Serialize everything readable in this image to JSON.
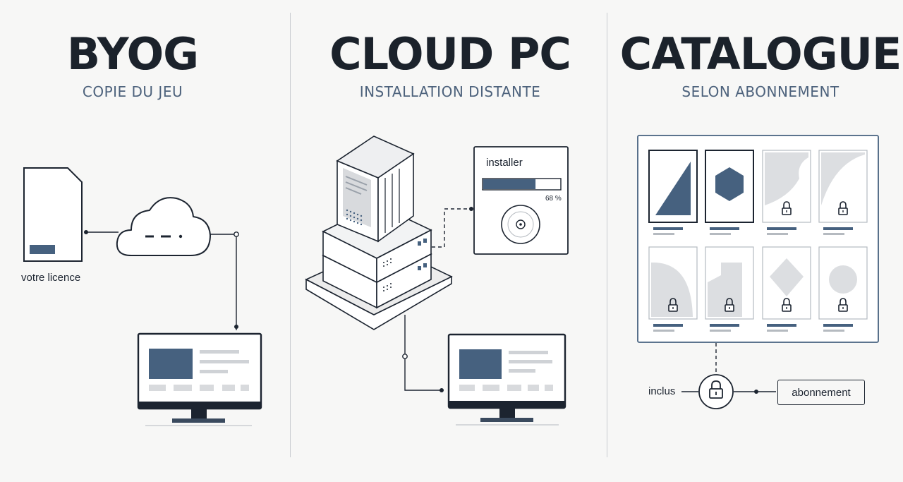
{
  "columns": [
    {
      "title": "BYOG",
      "subtitle": "COPIE DU JEU"
    },
    {
      "title": "CLOUD PC",
      "subtitle": "INSTALLATION DISTANTE"
    },
    {
      "title": "CATALOGUE",
      "subtitle": "SELON ABONNEMENT"
    }
  ],
  "byog": {
    "license_label": "votre licence"
  },
  "cloud_pc": {
    "installer_label": "installer",
    "progress_text": "68 %",
    "progress": 0.68
  },
  "catalogue": {
    "included_label": "inclus",
    "subscription_label": "abonnement",
    "unlocked_tiles": 2,
    "locked_tiles": 6
  },
  "colors": {
    "accent": "#46617f",
    "ink": "#1c2430",
    "muted": "#4d627c",
    "light": "#d8dadd"
  }
}
